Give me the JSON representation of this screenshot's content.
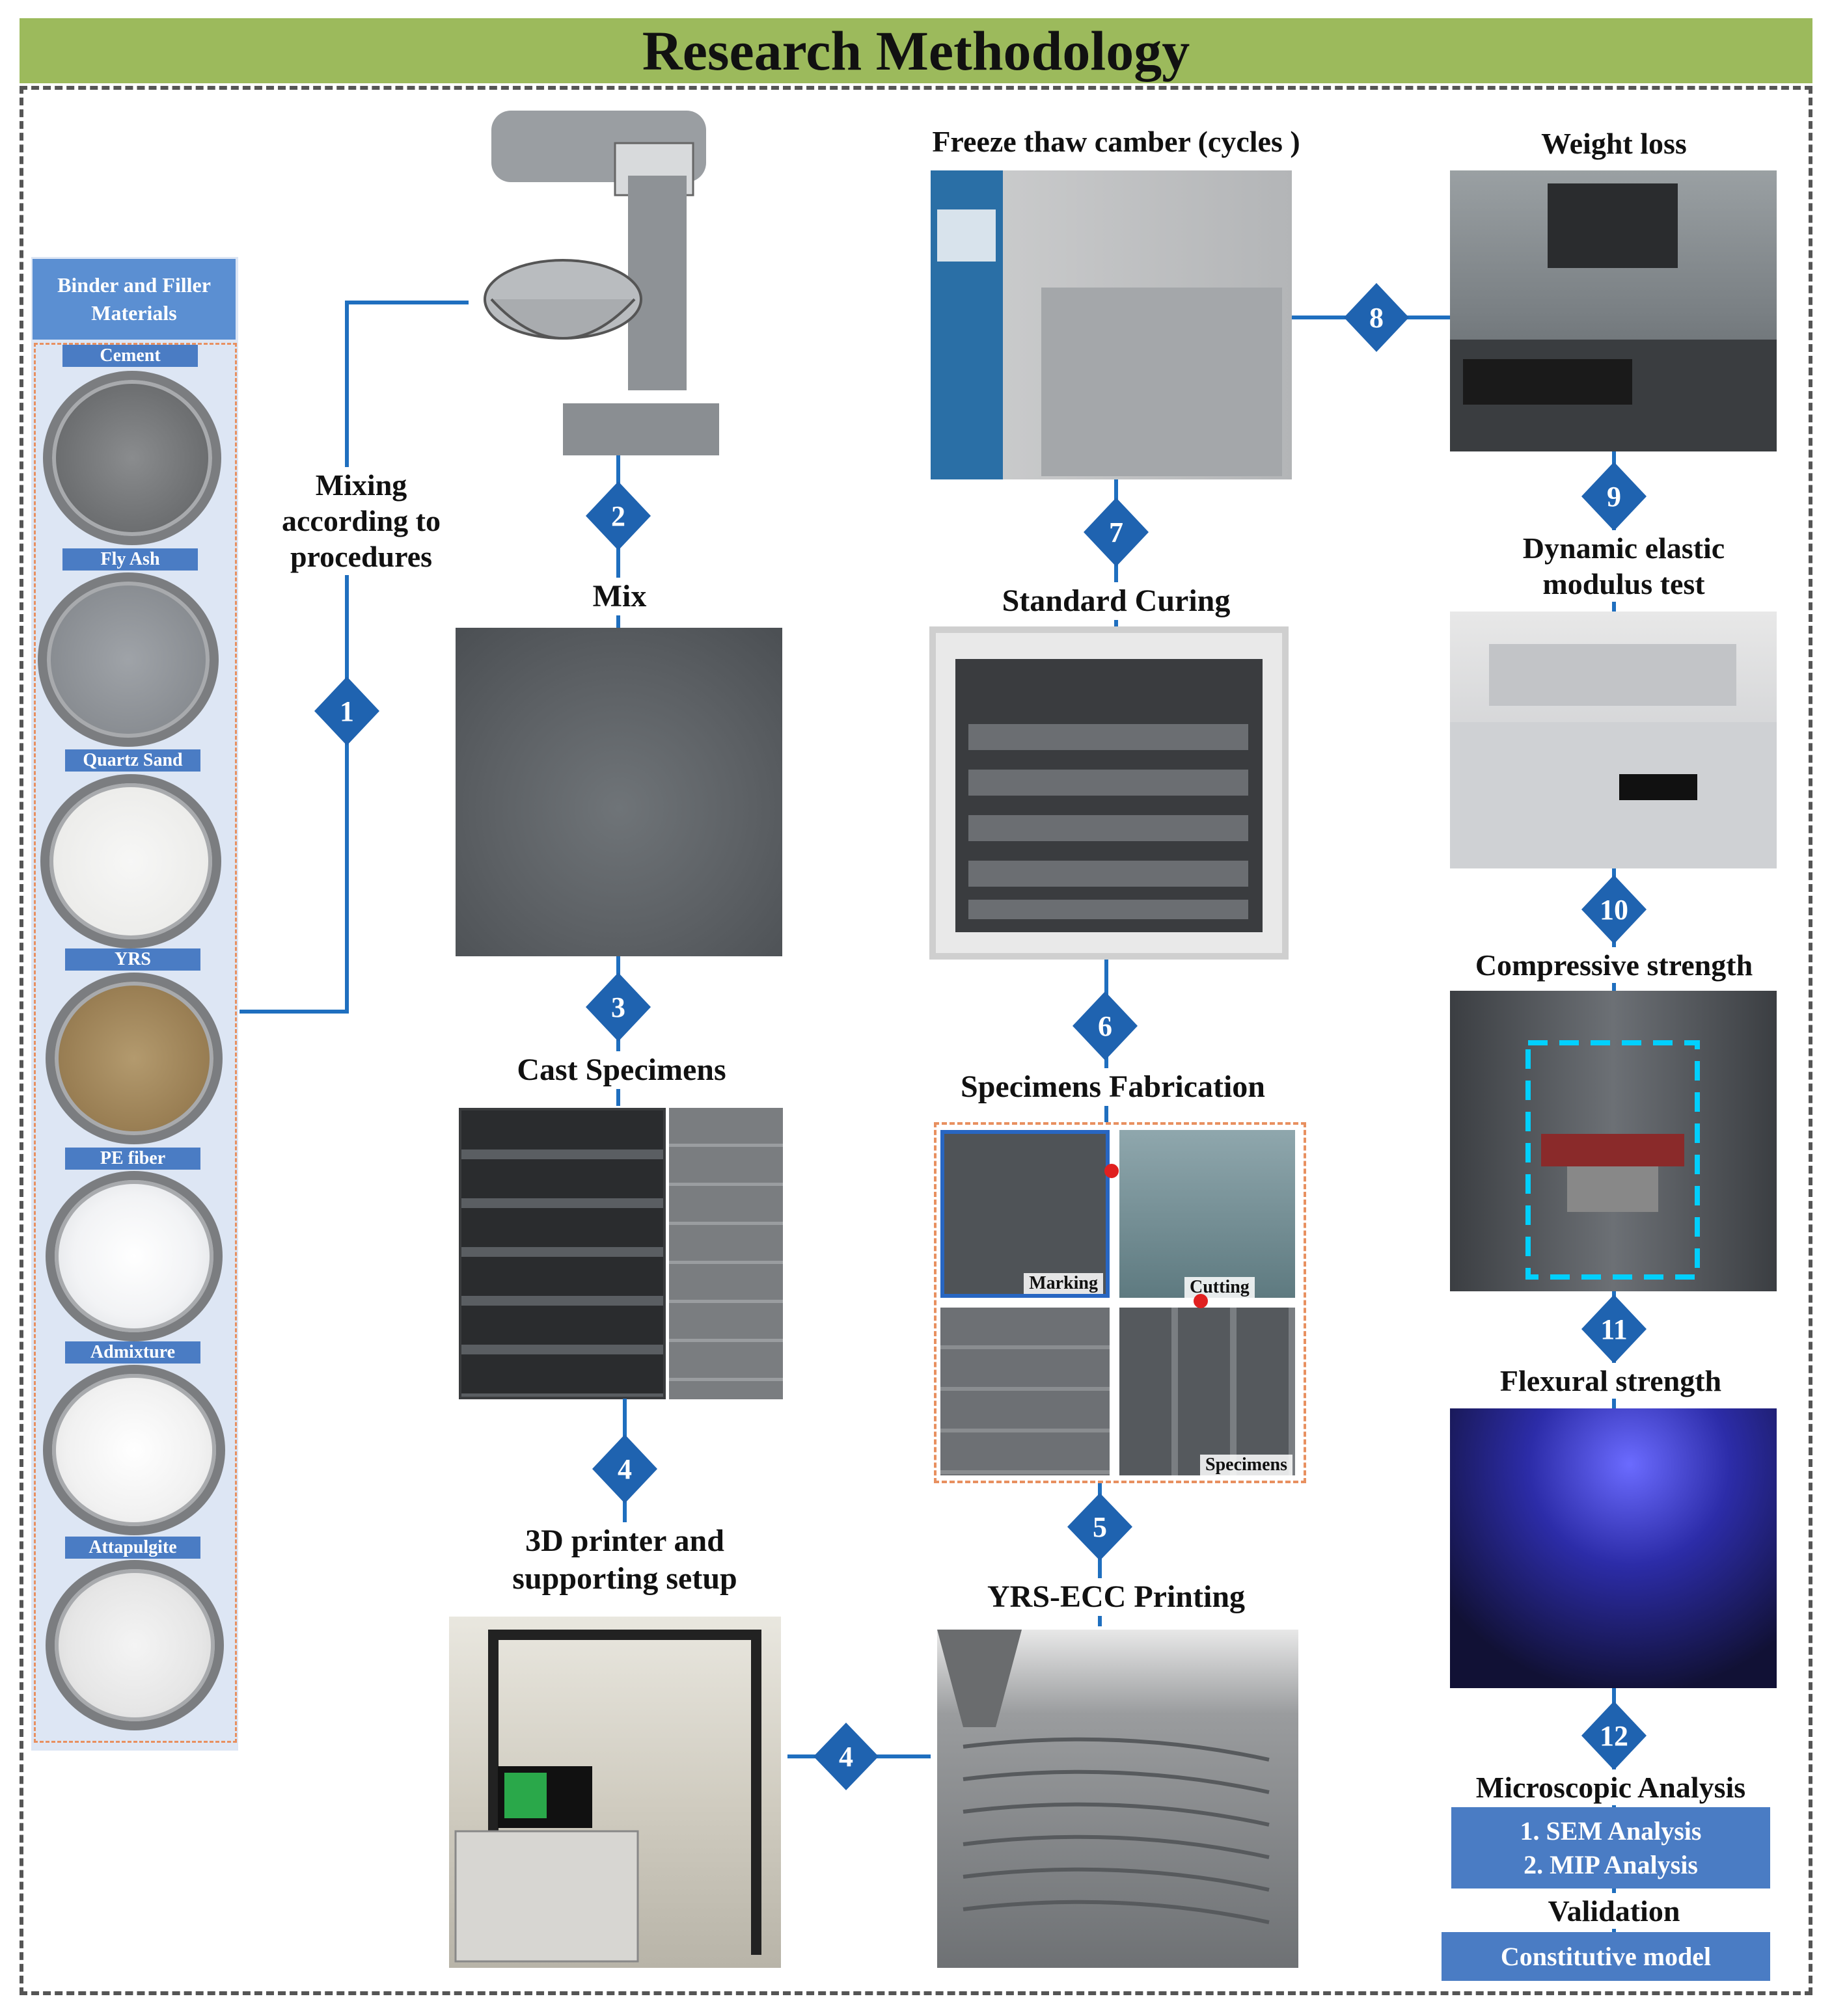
{
  "title": "Research Methodology",
  "materials": {
    "header_line1": "Binder and Filler",
    "header_line2": "Materials",
    "items": [
      "Cement",
      "Fly Ash",
      "Quartz Sand",
      "YRS",
      "PE fiber",
      "Admixture",
      "Attapulgite"
    ]
  },
  "steps": {
    "mixing_line1": "Mixing",
    "mixing_line2": "according to",
    "mixing_line3": "procedures",
    "mix": "Mix",
    "cast_specimens": "Cast Specimens",
    "printer_line1": "3D printer and",
    "printer_line2": "supporting setup",
    "printing": "YRS-ECC Printing",
    "fabrication": "Specimens Fabrication",
    "curing": "Standard Curing",
    "freeze_thaw": "Freeze thaw camber (cycles )",
    "weight_loss": "Weight loss",
    "dynamic_line1": "Dynamic elastic",
    "dynamic_line2": "modulus test",
    "compressive": "Compressive strength",
    "flexural": "Flexural strength",
    "microscopic": "Microscopic Analysis",
    "sem": "1. SEM Analysis",
    "mip": "2. MIP Analysis",
    "validation": "Validation",
    "constitutive": "Constitutive model"
  },
  "fabrication_sublabels": {
    "marking": "Marking",
    "cutting": "Cutting",
    "specimens": "Specimens"
  },
  "step_numbers": [
    "1",
    "2",
    "3",
    "4",
    "4",
    "5",
    "6",
    "7",
    "8",
    "9",
    "10",
    "11",
    "12"
  ],
  "colors": {
    "title_bar": "#9cba5c",
    "connector": "#1f6fbf",
    "diamond": "#1f63b0",
    "label_box": "#4a7cc4",
    "panel_bg": "#dde6f4",
    "orange_dash": "#e89060"
  }
}
